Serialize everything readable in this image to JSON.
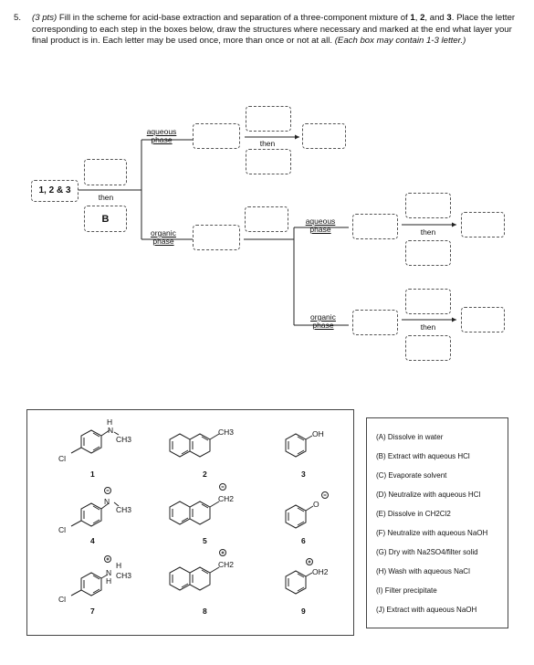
{
  "question": {
    "number": "5.",
    "points": "(3 pts)",
    "line1_a": "Fill in the scheme for acid-base extraction and separation of a three-component mixture of",
    "c1": "1",
    "sep1": ", ",
    "c2": "2",
    "sep2": ", and ",
    "c3": "3",
    "end1": ".",
    "line2": "Place the letter corresponding to each step in the boxes below, draw the structures where necessary and marked at the end what layer your final product is in. Each letter may be used once, more than once or not at all.",
    "note": "(Each box may contain 1-3 letter.)"
  },
  "scheme": {
    "start_label": "1, 2 & 3",
    "first_then": "then",
    "first_step_letter": "B",
    "aqueous_phase": "aqueous\nphase",
    "organic_phase": "organic\nphase",
    "then": "then"
  },
  "compounds": {
    "n1": "1",
    "n2": "2",
    "n3": "3",
    "n4": "4",
    "n5": "5",
    "n6": "6",
    "n7": "7",
    "n8": "8",
    "n9": "9",
    "cl": "Cl",
    "ch3": "CH3",
    "ch2": "CH2",
    "oh": "OH",
    "oh2": "OH2",
    "h": "H",
    "n": "N",
    "o": "O"
  },
  "legend": [
    "(A) Dissolve in water",
    "(B) Extract with aqueous HCl",
    "(C) Evaporate solvent",
    "(D) Neutralize with aqueous HCl",
    "(E) Dissolve in CH2Cl2",
    "(F) Neutralize with aqueous NaOH",
    "(G) Dry with Na2SO4/filter solid",
    "(H) Wash with aqueous NaCl",
    "(I) Filter precipitate",
    "(J) Extract with aqueous NaOH"
  ]
}
